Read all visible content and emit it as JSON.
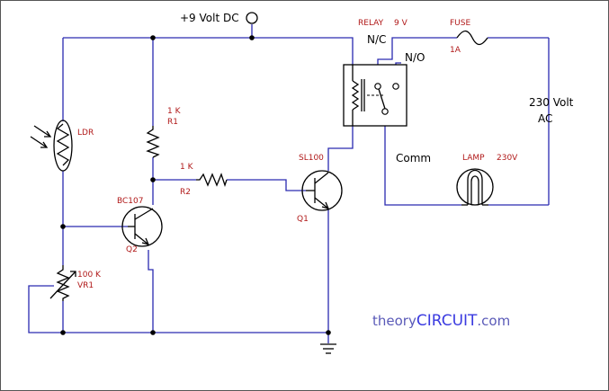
{
  "supply": {
    "label": "+9 Volt DC"
  },
  "relay": {
    "label": "RELAY",
    "voltage": "9 V",
    "nc": "N/C",
    "no": "N/O",
    "comm": "Comm"
  },
  "fuse": {
    "label": "FUSE",
    "rating": "1A"
  },
  "ac": {
    "line1": "230 Volt",
    "line2": "AC"
  },
  "lamp": {
    "label": "LAMP",
    "voltage": "230V"
  },
  "ldr": {
    "label": "LDR"
  },
  "r1": {
    "value": "1 K",
    "ref": "R1"
  },
  "r2": {
    "value": "1 K",
    "ref": "R2"
  },
  "q1": {
    "part": "SL100",
    "ref": "Q1"
  },
  "q2": {
    "part": "BC107",
    "ref": "Q2"
  },
  "vr1": {
    "value": "100 K",
    "ref": "VR1"
  },
  "brand": {
    "part1": "theory",
    "part2": "CIRCUIT",
    "part3": ".com"
  },
  "colors": {
    "wire": "#2a2ab0",
    "label": "#b01818",
    "component": "#000000",
    "brand": "#3a3ae0"
  }
}
